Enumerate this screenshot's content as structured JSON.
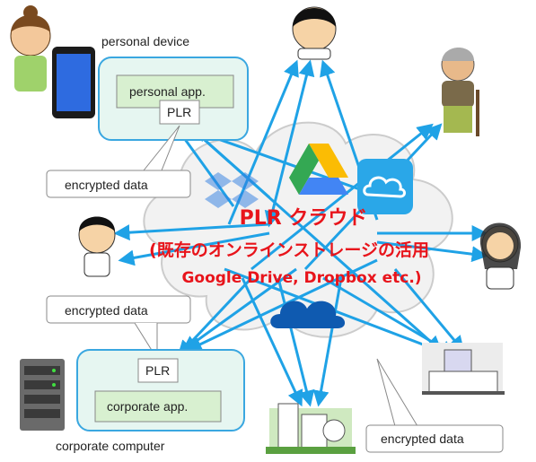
{
  "labels": {
    "personal_device": "personal device",
    "personal_app": "personal app.",
    "plr_top": "PLR",
    "encrypted_top": "encrypted data",
    "encrypted_left": "encrypted data",
    "plr_bottom": "PLR",
    "corporate_app": "corporate app.",
    "corporate_computer": "corporate computer",
    "encrypted_right": "encrypted data"
  },
  "cloud_title": {
    "line1": "PLR クラウド",
    "line2": "(既存のオンラインストレージの活用",
    "line3": "Google Drive, Dropbox etc.)"
  },
  "colors": {
    "arrow": "#1fa2e6",
    "panel_fill": "#e6f6f1",
    "panel_stroke": "#3aa7e0",
    "red": "#e8141b",
    "cloud_fill": "#f2f2f2",
    "cloud_stroke": "#cccccc"
  },
  "icons": [
    "google-drive-icon",
    "dropbox-icon",
    "cloud-service-icon",
    "onedrive-icon",
    "smartphone-icon",
    "server-icon",
    "hospital-icon",
    "office-building-icon"
  ]
}
